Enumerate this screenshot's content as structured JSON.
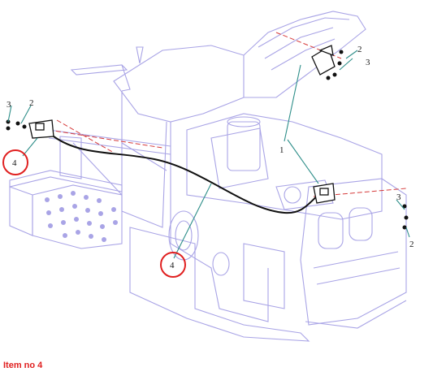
{
  "caption": "Item no 4",
  "callouts": {
    "c1": "1",
    "c2_top": "2",
    "c3_top": "3",
    "c3_left": "3",
    "c2_left": "2",
    "c4_left": "4",
    "c4_mid": "4",
    "c3_right": "3",
    "c2_right": "2"
  },
  "colors": {
    "outline": "#a9a4e6",
    "outline_dark": "#8f88d8",
    "leader": "#2f8f8a",
    "cable": "#111111",
    "dash": "#d63a3a",
    "highlight": "#e02020",
    "caption": "#e02020"
  }
}
